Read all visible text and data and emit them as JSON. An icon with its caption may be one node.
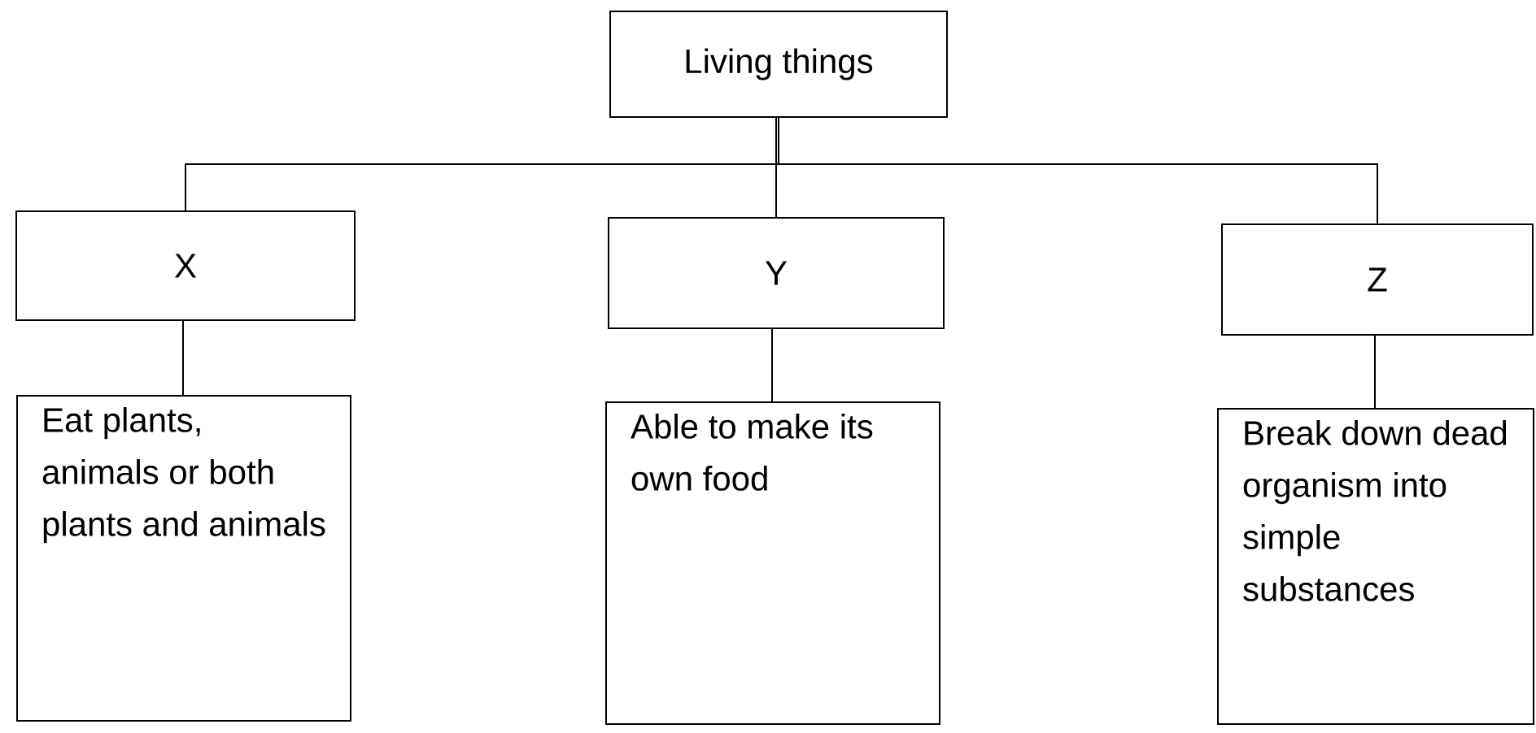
{
  "diagram": {
    "nodes": [
      {
        "text": [
          "Living things"
        ]
      },
      {
        "text": [
          "X"
        ]
      },
      {
        "text": [
          "Y"
        ]
      },
      {
        "text": [
          "Z"
        ]
      },
      {
        "text": [
          "Eat plants, animals or both plants and animals"
        ]
      },
      {
        "text": [
          "Able to make its own food"
        ]
      },
      {
        "text": [
          "Break down dead organism into simple substances"
        ]
      }
    ],
    "edges": [
      {
        "from": 0,
        "to": 1,
        "arrow": "none"
      },
      {
        "from": 0,
        "to": 2,
        "arrow": "none"
      },
      {
        "from": 0,
        "to": 3,
        "arrow": "none"
      },
      {
        "from": 1,
        "to": 4,
        "arrow": "none"
      },
      {
        "from": 2,
        "to": 5,
        "arrow": "none"
      },
      {
        "from": 3,
        "to": 6,
        "arrow": "none"
      }
    ]
  }
}
